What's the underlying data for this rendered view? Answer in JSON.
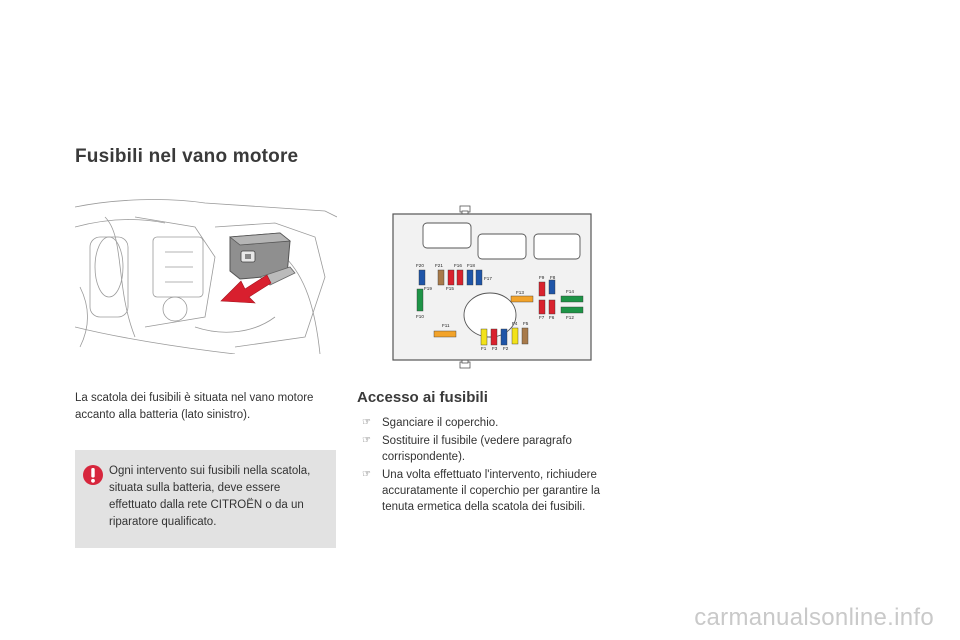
{
  "page": {
    "title": "Fusibili nel vano motore",
    "intro": "La scatola dei fusibili è situata nel vano motore accanto alla batteria (lato sinistro).",
    "warning": {
      "icon": "exclamation-warning-icon",
      "text": "Ogni intervento sui fusibili nella scatola, situata sulla batteria, deve essere effettuato dalla rete CITROËN o da un riparatore qualificato."
    },
    "access": {
      "title": "Accesso ai fusibili",
      "bullet_icon": "hand-pointer-icon",
      "bullet_glyph": "☞",
      "steps": [
        "Sganciare il coperchio.",
        "Sostituire il fusibile (vedere paragrafo corrispondente).",
        "Una volta effettuato l'intervento, richiudere accuratamente il coperchio per garantire la tenuta ermetica della scatola dei fusibili."
      ]
    },
    "fuse_labels": [
      "F20",
      "F21",
      "F16",
      "F18",
      "F19",
      "F15",
      "F17",
      "F9",
      "F8",
      "F13",
      "F14",
      "F7",
      "F6",
      "F12",
      "F10",
      "F11",
      "F4",
      "F5",
      "F1",
      "F3",
      "F2"
    ],
    "watermark": "carmanualsonline.info",
    "colors": {
      "title": "#3a3a3a",
      "warning_box": "#e2e2e2",
      "warning_icon": "#d7263d",
      "arrow": "#d81f2e",
      "fuse_red": "#d9222e",
      "fuse_blue": "#1f55a8",
      "fuse_green": "#1e9447",
      "fuse_yellow": "#f2e21a",
      "fuse_orange": "#f2a32a",
      "fuse_brown": "#a87a4a"
    }
  }
}
